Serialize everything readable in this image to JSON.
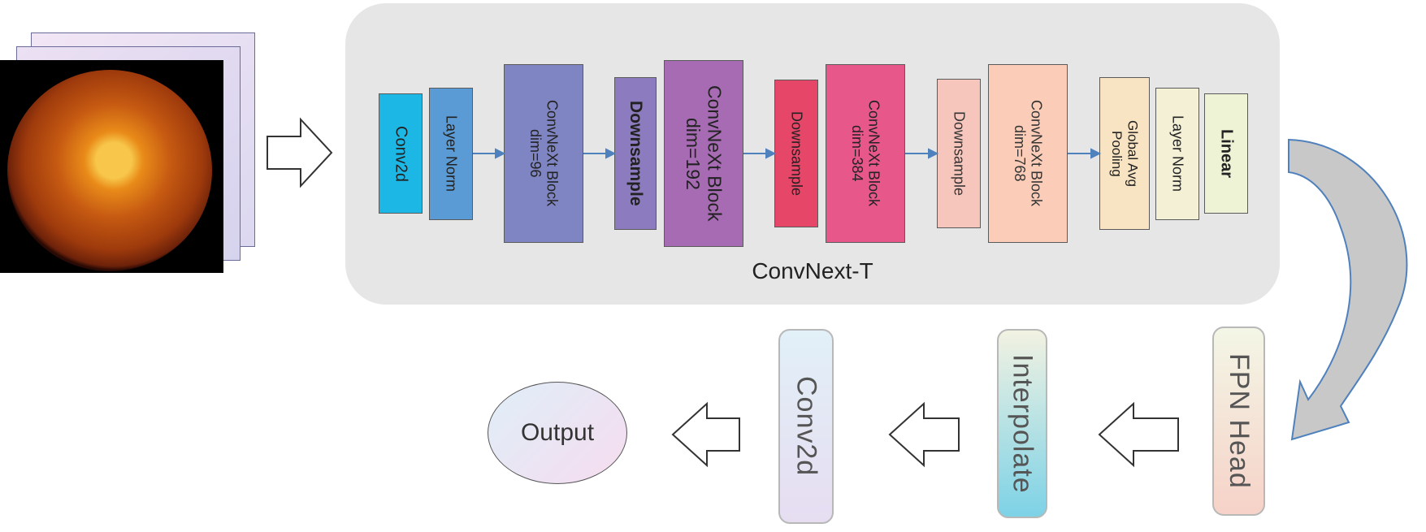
{
  "backbone": {
    "label": "ConvNext-T",
    "blocks": [
      {
        "id": "conv2d",
        "text": "Conv2d"
      },
      {
        "id": "layernorm1",
        "text": "Layer Norm"
      },
      {
        "id": "convnext96",
        "text": "ConvNeXt Block\ndim=96"
      },
      {
        "id": "downsample1",
        "text": "Downsample"
      },
      {
        "id": "convnext192",
        "text": "ConvNeXt Block\ndim=192"
      },
      {
        "id": "downsample2",
        "text": "Downsample"
      },
      {
        "id": "convnext384",
        "text": "ConvNeXt Block\ndim=384"
      },
      {
        "id": "downsample3",
        "text": "Downsample"
      },
      {
        "id": "convnext768",
        "text": "ConvNeXt Block\ndim=768"
      },
      {
        "id": "globalpool",
        "text": "Global Avg\nPooling"
      },
      {
        "id": "layernorm2",
        "text": "Layer Norm"
      },
      {
        "id": "linear",
        "text": "Linear"
      }
    ]
  },
  "head": {
    "fpn": "FPN Head",
    "interpolate": "Interpolate",
    "conv2d": "Conv2d",
    "output": "Output"
  },
  "colors": {
    "panel": "#e6e6e6",
    "conv2d": "#1db7e6",
    "layernorm1": "#5b9bd5",
    "convnext96": "#7f84c2",
    "downsample1": "#8d7bbf",
    "convnext192": "#a66bb3",
    "downsample2": "#e64768",
    "convnext384": "#e8578a",
    "downsample3": "#f6c6bd",
    "convnext768": "#fbcdb8",
    "globalpool": "#f8e4c2",
    "layernorm2": "#f3f0d6",
    "linear": "#eef3d6",
    "arrow": "#4f81bd"
  }
}
